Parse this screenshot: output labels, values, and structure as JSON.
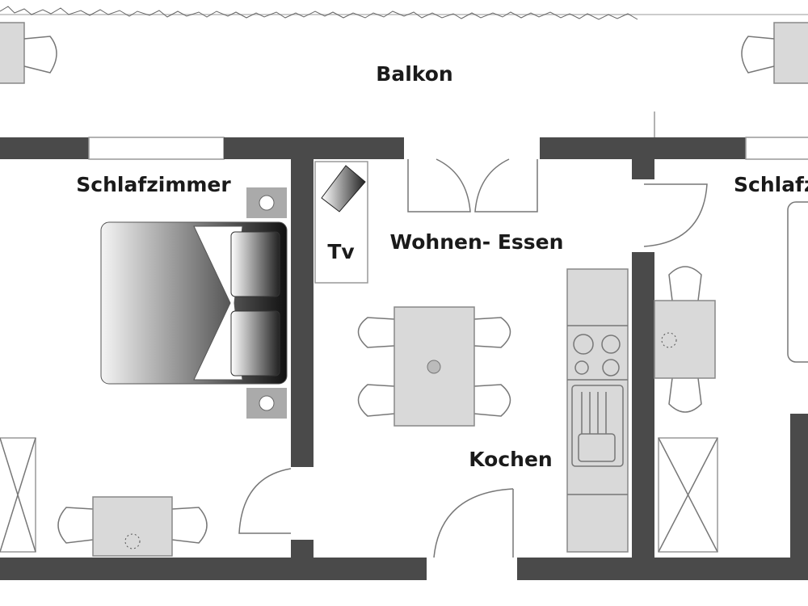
{
  "plan": {
    "rooms": {
      "balcony": "Balkon",
      "bedroom_left": "Schlafzimmer",
      "tv": "Tv",
      "living_dining": "Wohnen- Essen",
      "kitchen": "Kochen",
      "bedroom_right": "Schlafzimmer"
    },
    "colors": {
      "wall": "#4a4a4a",
      "furniture": "#d9d9d9"
    }
  }
}
